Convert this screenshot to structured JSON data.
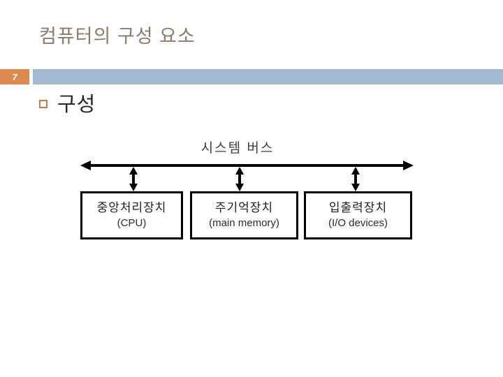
{
  "slide": {
    "title": "컴퓨터의 구성 요소",
    "page_number": "7",
    "bullet": {
      "label": "구성"
    },
    "diagram": {
      "bus_label": "시스템 버스",
      "boxes": [
        {
          "name": "중앙처리장치",
          "sub": "(CPU)"
        },
        {
          "name": "주기억장치",
          "sub": "(main memory)"
        },
        {
          "name": "입출력장치",
          "sub": "(I/O devices)"
        }
      ]
    },
    "colors": {
      "title_text": "#8C7B6C",
      "page_box": "#DC8A4F",
      "header_bar": "#A2BBD1",
      "bullet_border": "#C47A50",
      "diagram_line": "#000000"
    }
  }
}
